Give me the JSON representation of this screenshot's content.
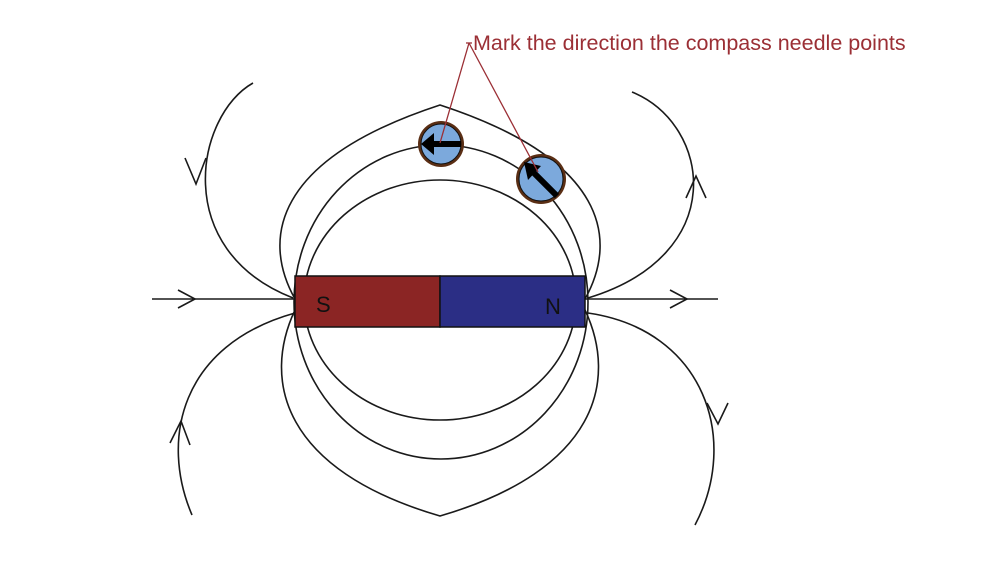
{
  "annotation": {
    "text": "Mark the direction the compass needle points",
    "color": "#9b2f35"
  },
  "magnet": {
    "south_label": "S",
    "north_label": "N",
    "south_color": "#8b2524",
    "north_color": "#2b2e85"
  },
  "compasses": [
    {
      "name": "top",
      "needle_direction": "left"
    },
    {
      "name": "upper-right",
      "needle_direction": "up-left"
    }
  ],
  "colors": {
    "compass_fill": "#7ca9dc",
    "compass_rim": "#5a2e14",
    "field_line": "#1a1a1a"
  }
}
